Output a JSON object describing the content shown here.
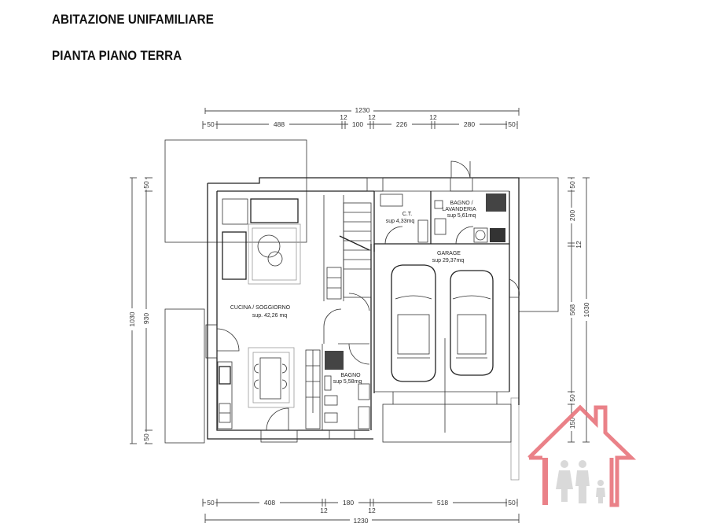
{
  "header": {
    "title": "ABITAZIONE UNIFAMILIARE",
    "subtitle": "PIANTA PIANO TERRA"
  },
  "dimensions": {
    "top_total": "1230",
    "top_parts": [
      "50",
      "488",
      "12",
      "100",
      "12",
      "226",
      "12",
      "280",
      "50"
    ],
    "bottom_total": "1230",
    "bottom_parts": [
      "50",
      "408",
      "12",
      "180",
      "12",
      "518",
      "50"
    ],
    "left_total": "1030",
    "left_parts": [
      "50",
      "930",
      "50"
    ],
    "right_total": "1030",
    "right_parts": [
      "50",
      "200",
      "12",
      "568",
      "50",
      "150"
    ]
  },
  "rooms": [
    {
      "name": "CUCINA / SOGGIORNO",
      "area": "sup. 42,26 mq"
    },
    {
      "name": "C.T.",
      "area": "sup 4,33mq"
    },
    {
      "name": "BAGNO /",
      "name2": "LAVANDERIA",
      "area": "sup 5,61mq"
    },
    {
      "name": "GARAGE",
      "area": "sup 29,37mq"
    },
    {
      "name": "BAGNO",
      "area": "sup 5,58mq"
    }
  ],
  "watermark": {
    "icon": "house-family-logo-icon",
    "color": "#e8747c"
  }
}
